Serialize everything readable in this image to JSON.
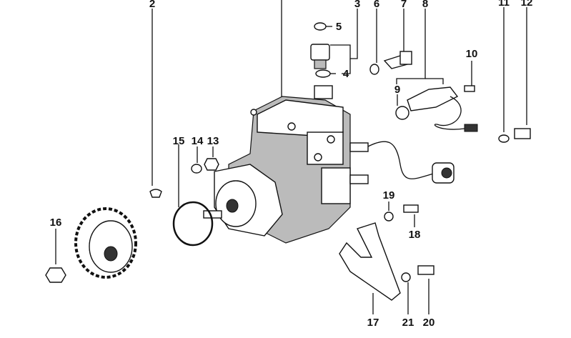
{
  "diagram": {
    "title": "",
    "callouts": [
      "2",
      "3",
      "4",
      "5",
      "6",
      "7",
      "8",
      "9",
      "10",
      "11",
      "12",
      "13",
      "14",
      "15",
      "16",
      "17",
      "18",
      "19",
      "20",
      "21"
    ]
  }
}
